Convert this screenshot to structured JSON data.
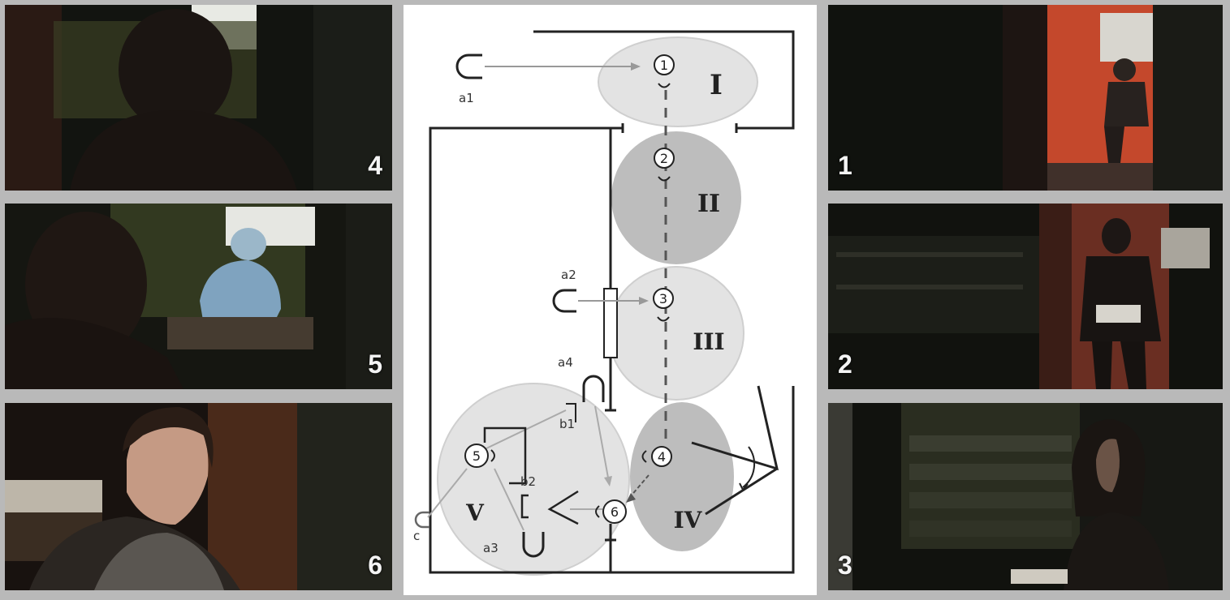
{
  "frames": {
    "left": [
      {
        "number": "4",
        "scene": "Silhouette of a person facing a window"
      },
      {
        "number": "5",
        "scene": "Person watching a surgeon at work"
      },
      {
        "number": "6",
        "scene": "Close-up of a woman with a scarf"
      }
    ],
    "right": [
      {
        "number": "1",
        "scene": "Person seated in a red-lit doorway"
      },
      {
        "number": "2",
        "scene": "Figure walking through a dark room"
      },
      {
        "number": "3",
        "scene": "Person sitting near shelves"
      }
    ]
  },
  "diagram": {
    "states": [
      "1",
      "2",
      "3",
      "4",
      "5",
      "6"
    ],
    "phases": [
      "I",
      "II",
      "III",
      "IV",
      "V"
    ],
    "labels": {
      "a1": "a1",
      "a2": "a2",
      "a3": "a3",
      "a4": "a4",
      "b1": "b1",
      "b2": "b2",
      "c": "c"
    }
  },
  "colors": {
    "light_phase": "#e3e3e3",
    "dark_phase": "#bdbdbd",
    "background": "#b9b9b9",
    "panel": "#ffffff"
  }
}
